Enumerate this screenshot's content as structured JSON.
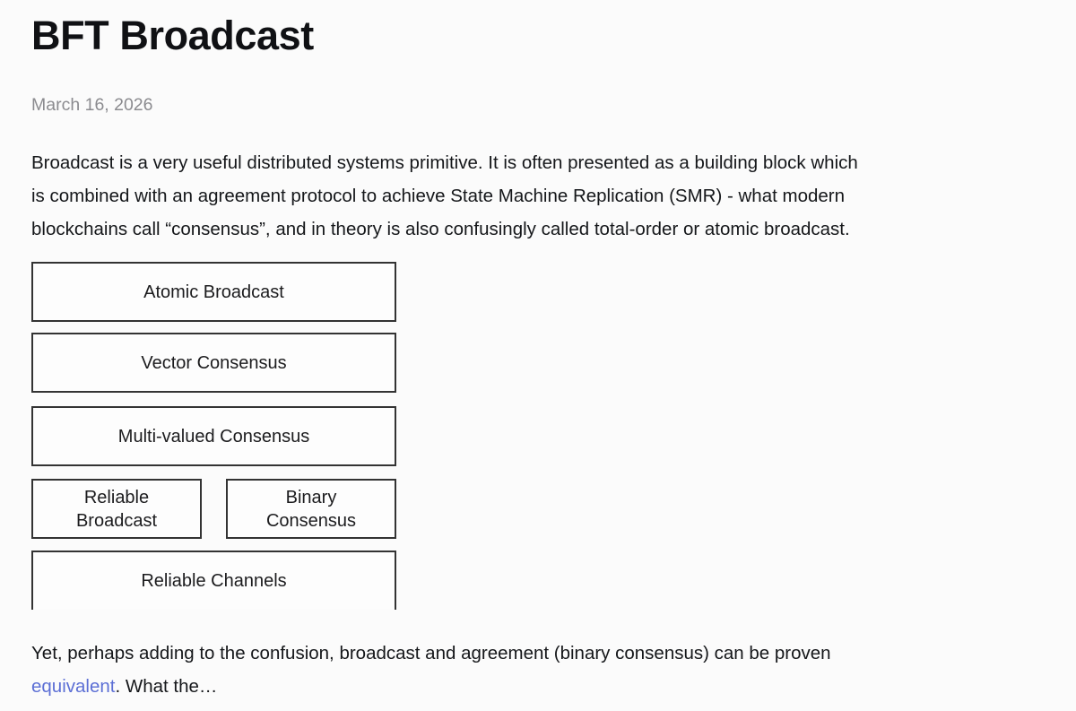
{
  "article": {
    "title": "BFT Broadcast",
    "date": "March 16, 2026",
    "intro": {
      "line1": "Broadcast is a very useful distributed systems primitive. It is often presented as a building block which",
      "line2": "is combined with an agreement protocol to achieve State Machine Replication (SMR) - what modern",
      "line3": "blockchains call “consensus”, and in theory is also confusingly called total-order or atomic broadcast."
    },
    "outro": {
      "line1": "Yet, perhaps adding to the confusion, broadcast and agreement (binary consensus) can be proven",
      "link_text": "equivalent",
      "after_link": ". What the…"
    }
  },
  "diagram": {
    "description": "Protocol stack diagram, bottom edge cut off",
    "layers": [
      {
        "label": "Atomic Broadcast"
      },
      {
        "label": "Vector Consensus"
      },
      {
        "label": "Multi-valued Consensus"
      },
      {
        "label_line1": "Reliable",
        "label_line2": "Broadcast"
      },
      {
        "label_line1": "Binary",
        "label_line2": "Consensus"
      },
      {
        "label": "Reliable Channels"
      }
    ]
  },
  "colors": {
    "background": "#fbfbfb",
    "body_text": "#15171a",
    "date_text": "#8b8b8f",
    "box_border": "#333333",
    "link": "#5c6fd5"
  }
}
